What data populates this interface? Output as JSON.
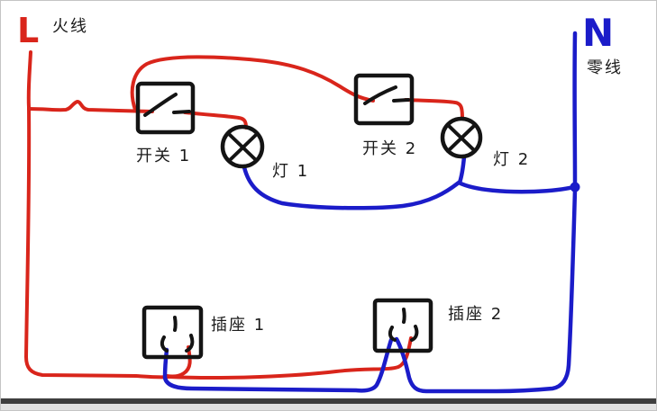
{
  "labels": {
    "live_letter": "L",
    "live_name": "火线",
    "neutral_letter": "N",
    "neutral_name": "零线",
    "switch1": "开关 1",
    "switch2": "开关 2",
    "lamp1": "灯 1",
    "lamp2": "灯 2",
    "socket1": "插座 1",
    "socket2": "插座 2"
  },
  "colors": {
    "live_wire": "#d9251b",
    "neutral_wire": "#1b1cc9",
    "component_stroke": "#141414",
    "background": "#ffffff",
    "frame_bar": "#3f3f3f",
    "frame_border": "#c4c4c4"
  }
}
